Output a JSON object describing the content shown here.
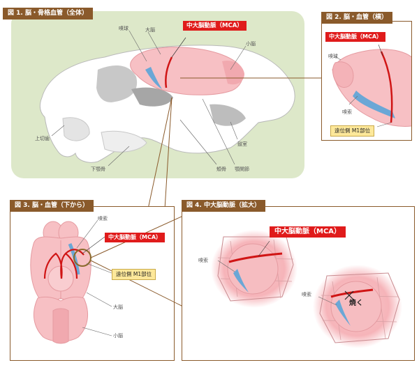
{
  "fig1": {
    "title": "図 1. 脳・骨格血管（全体）",
    "labels": {
      "olfactory_bulb": "嗅球",
      "cerebrum": "大脳",
      "cerebellum": "小脳",
      "upper_incisor": "上切歯",
      "mandible": "下顎骨",
      "zygomatic": "頬骨",
      "temporomandibular": "顎関節",
      "ear": "鼓室"
    },
    "mca": "中大脳動脈（MCA）"
  },
  "fig2": {
    "title": "図 2. 脳・血管（横）",
    "mca": "中大脳動脈（MCA）",
    "labels": {
      "olfactory_bulb": "嗅球",
      "olfactory_tract": "嗅索"
    },
    "m1": "遠位側 M1部位"
  },
  "fig3": {
    "title": "図 3. 脳・血管（下から）",
    "mca": "中大脳動脈（MCA）",
    "labels": {
      "olfactory_tract": "嗅索",
      "cerebrum": "大脳",
      "cerebellum": "小脳"
    },
    "m1": "遠位側 M1部位"
  },
  "fig4": {
    "title": "図 4. 中大脳動脈（拡大）",
    "mca": "中大脳動脈（MCA）",
    "labels": {
      "olfactory_tract_1": "嗅索",
      "olfactory_tract_2": "嗅索",
      "burn": "焼く"
    }
  }
}
